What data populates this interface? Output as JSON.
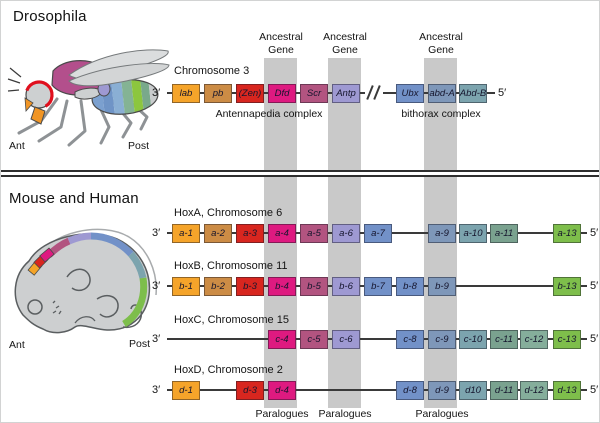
{
  "labels": {
    "three_prime": "3′",
    "five_prime": "5′",
    "ant": "Ant",
    "post": "Post",
    "ancestral_line1": "Ancestral",
    "ancestral_line2": "Gene",
    "paralogues": "Paralogues"
  },
  "drosophila": {
    "title": "Drosophila",
    "chromosome": "Chromosome 3",
    "antennapedia_complex": "Antennapedia complex",
    "bithorax_complex": "bithorax complex",
    "genes": [
      {
        "name": "lab",
        "group": 1
      },
      {
        "name": "pb",
        "group": 2
      },
      {
        "name": "(Zen)",
        "group": 3
      },
      {
        "name": "Dfd",
        "group": 4
      },
      {
        "name": "Scr",
        "group": 5
      },
      {
        "name": "Antp",
        "group": 6
      },
      {
        "name": "Ubx",
        "group": 8
      },
      {
        "name": "abd-A",
        "group": 9
      },
      {
        "name": "Abd-B",
        "group": 10
      }
    ]
  },
  "mouse_human": {
    "title": "Mouse and Human",
    "rows": [
      {
        "label": "HoxA, Chromosome 6",
        "genes": [
          {
            "name": "a-1",
            "group": 1
          },
          {
            "name": "a-2",
            "group": 2
          },
          {
            "name": "a-3",
            "group": 3
          },
          {
            "name": "a-4",
            "group": 4
          },
          {
            "name": "a-5",
            "group": 5
          },
          {
            "name": "a-6",
            "group": 6
          },
          {
            "name": "a-7",
            "group": 7
          },
          {
            "name": "a-9",
            "group": 9
          },
          {
            "name": "a-10",
            "group": 10
          },
          {
            "name": "a-11",
            "group": 11
          },
          {
            "name": "a-13",
            "group": 13
          }
        ]
      },
      {
        "label": "HoxB, Chromosome 11",
        "genes": [
          {
            "name": "b-1",
            "group": 1
          },
          {
            "name": "b-2",
            "group": 2
          },
          {
            "name": "b-3",
            "group": 3
          },
          {
            "name": "b-4",
            "group": 4
          },
          {
            "name": "b-5",
            "group": 5
          },
          {
            "name": "b-6",
            "group": 6
          },
          {
            "name": "b-7",
            "group": 7
          },
          {
            "name": "b-8",
            "group": 8
          },
          {
            "name": "b-9",
            "group": 9
          },
          {
            "name": "b-13",
            "group": 13
          }
        ]
      },
      {
        "label": "HoxC, Chromosome 15",
        "genes": [
          {
            "name": "c-4",
            "group": 4
          },
          {
            "name": "c-5",
            "group": 5
          },
          {
            "name": "c-6",
            "group": 6
          },
          {
            "name": "c-8",
            "group": 8
          },
          {
            "name": "c-9",
            "group": 9
          },
          {
            "name": "c-10",
            "group": 10
          },
          {
            "name": "c-11",
            "group": 11
          },
          {
            "name": "c-12",
            "group": 12
          },
          {
            "name": "c-13",
            "group": 13
          }
        ]
      },
      {
        "label": "HoxD, Chromosome 2",
        "genes": [
          {
            "name": "d-1",
            "group": 1
          },
          {
            "name": "d-3",
            "group": 3
          },
          {
            "name": "d-4",
            "group": 4
          },
          {
            "name": "d-8",
            "group": 8
          },
          {
            "name": "d-9",
            "group": 9
          },
          {
            "name": "d10",
            "group": 10
          },
          {
            "name": "d-11",
            "group": 11
          },
          {
            "name": "d-12",
            "group": 12
          },
          {
            "name": "d-13",
            "group": 13
          }
        ]
      }
    ]
  },
  "colors": {
    "group_fill": {
      "1": "#F5A42A",
      "2": "#CC8C45",
      "3": "#D8261F",
      "4": "#DE1A80",
      "5": "#B25480",
      "6": "#9E99D2",
      "7": "#7291C8",
      "8": "#7291C8",
      "9": "#7E97B9",
      "10": "#7CA4AE",
      "11": "#7AA28F",
      "12": "#85AE9B",
      "13": "#7EBE4B"
    },
    "ancestral_band": "#C9C9C9",
    "line": "#3A3A3A"
  }
}
